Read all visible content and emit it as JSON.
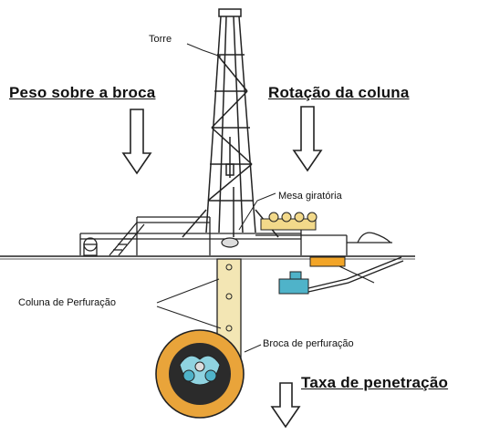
{
  "labels": {
    "tower": "Torre",
    "weight_on_bit": "Peso sobre a broca",
    "column_rotation": "Rotação da coluna",
    "rotary_table": "Mesa giratória",
    "drill_string": "Coluna de Perfuração",
    "drill_bit": "Broca de perfuração",
    "penetration_rate": "Taxa de penetração"
  },
  "colors": {
    "line": "#222222",
    "pipe": "#f3e6b4",
    "orange": "#f2a528",
    "teal": "#4fb3c9",
    "bit_fill": "#e9a43a"
  }
}
